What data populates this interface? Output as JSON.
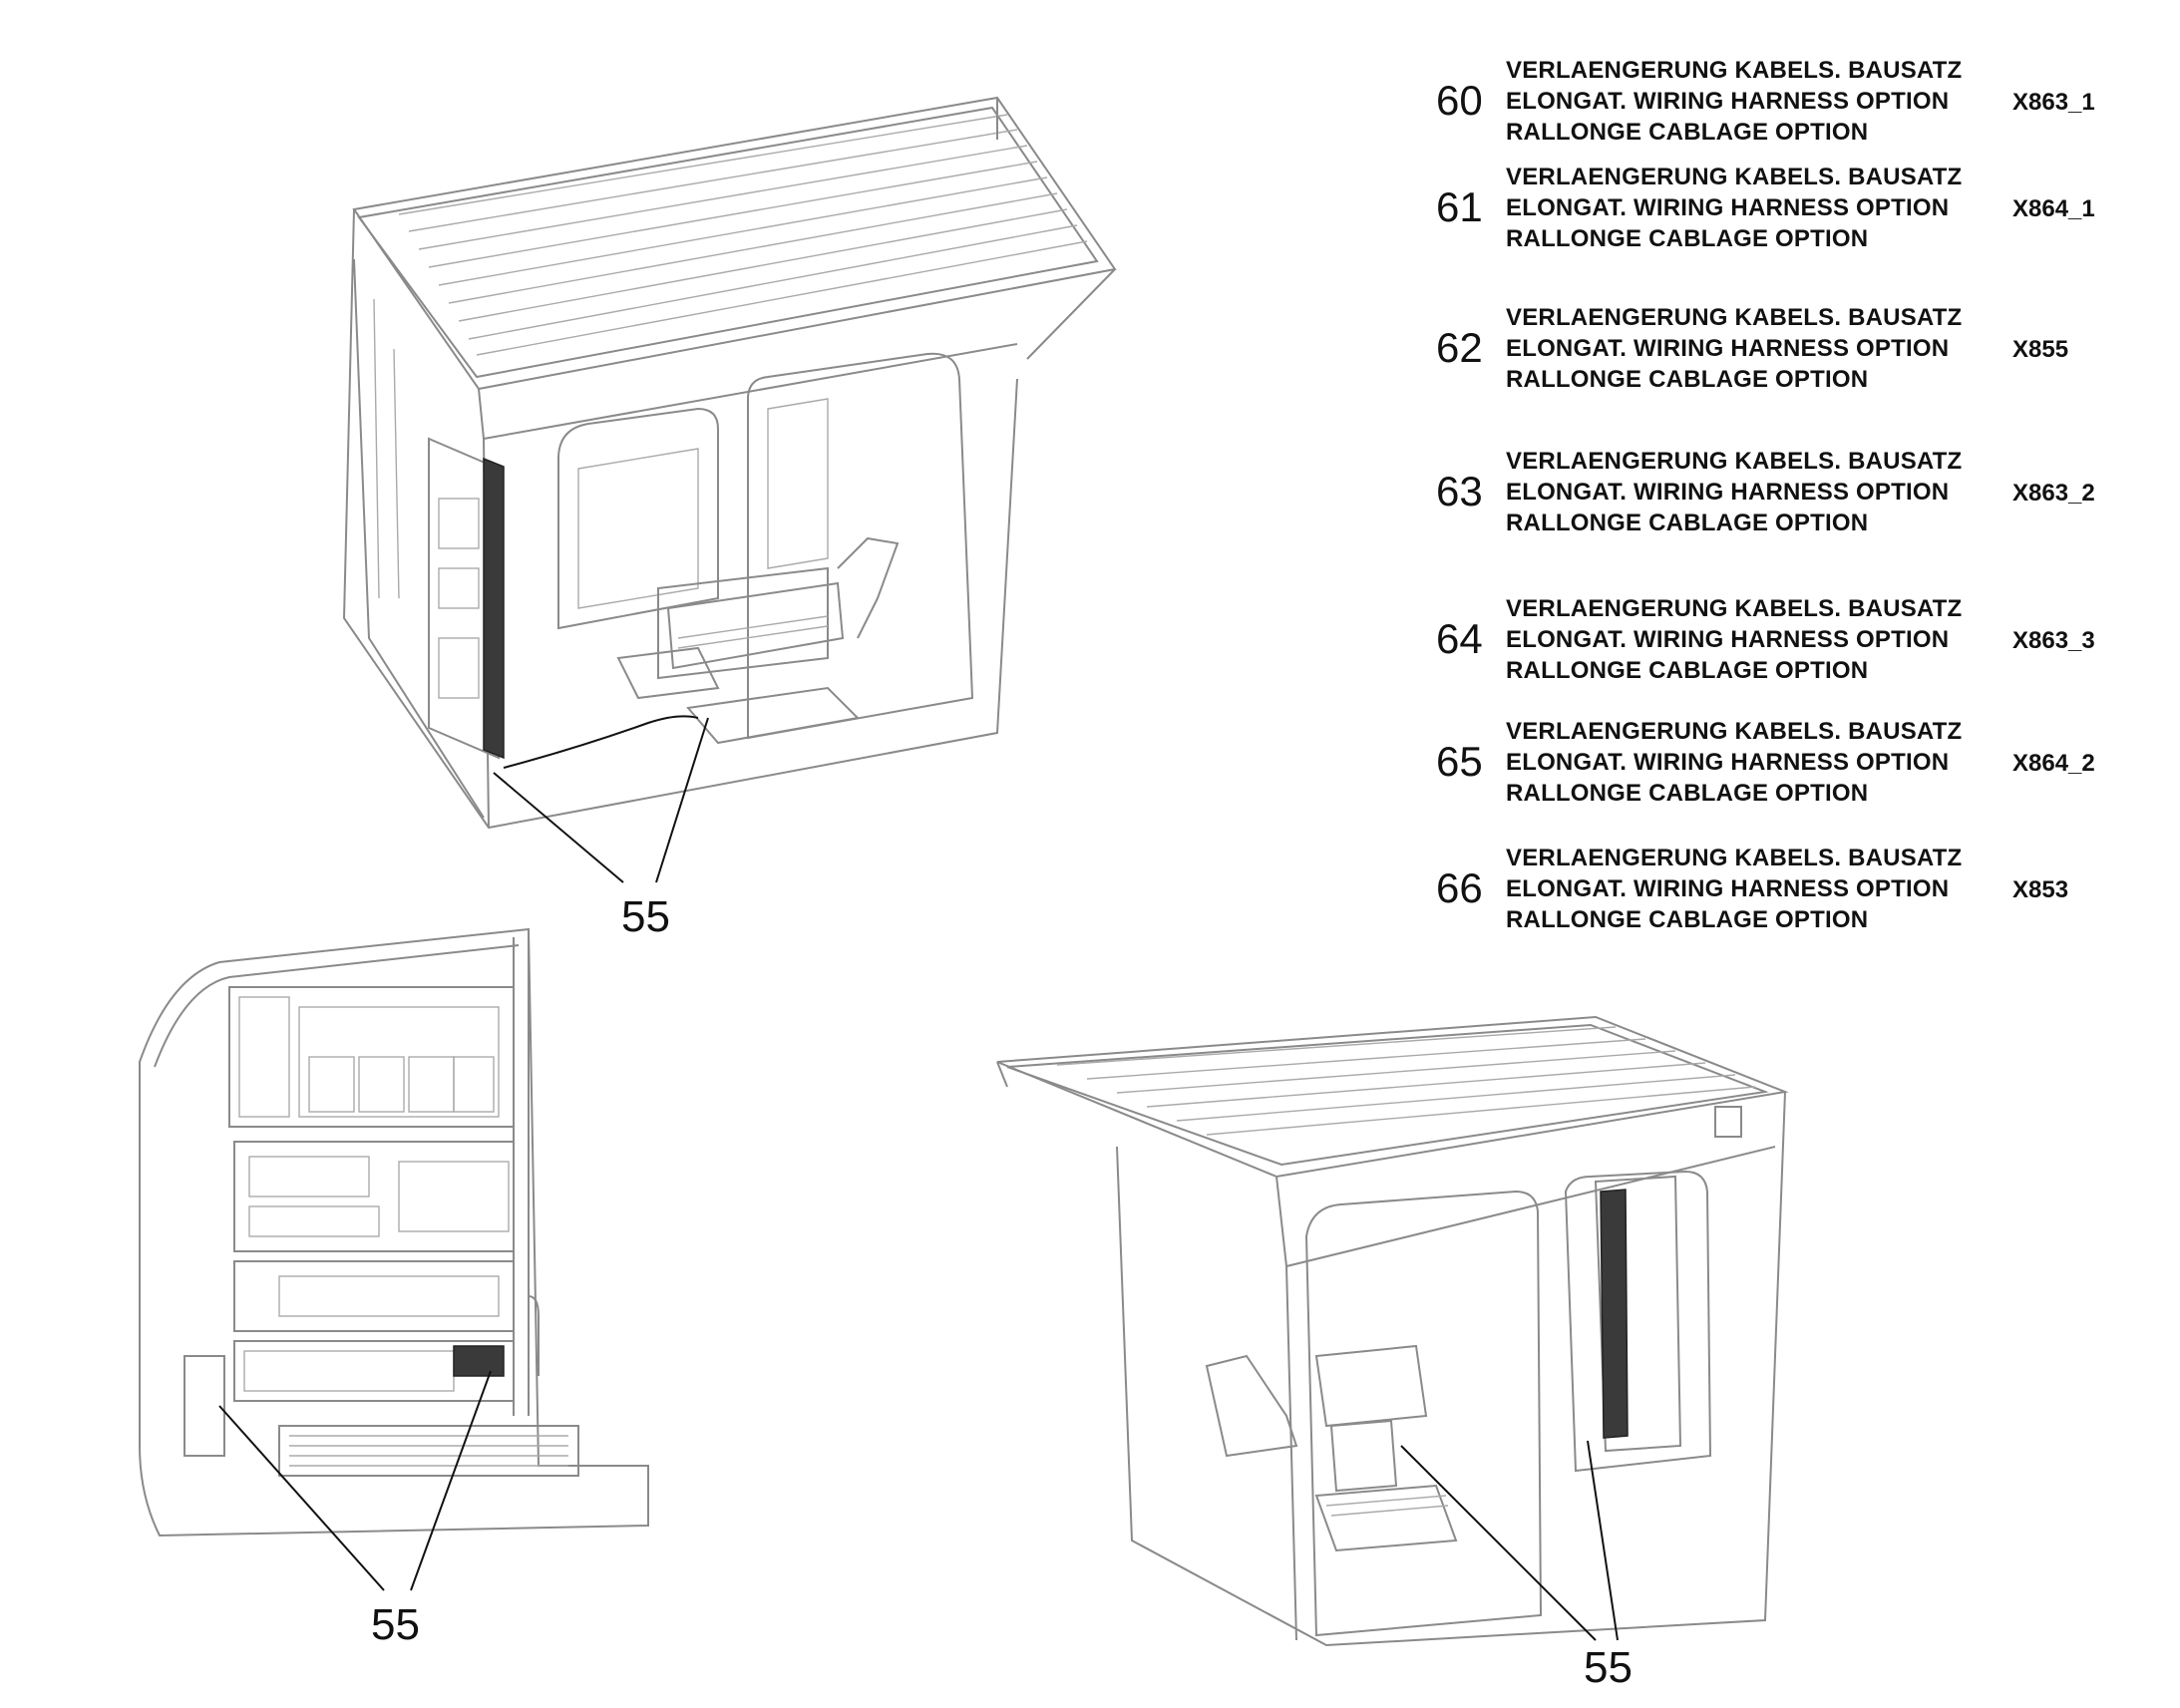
{
  "parts": [
    {
      "number": "60",
      "line1": "VERLAENGERUNG KABELS. BAUSATZ",
      "line2": "ELONGAT. WIRING HARNESS OPTION",
      "line3": "RALLONGE CABLAGE OPTION",
      "code": "X863_1"
    },
    {
      "number": "61",
      "line1": "VERLAENGERUNG KABELS. BAUSATZ",
      "line2": "ELONGAT. WIRING HARNESS OPTION",
      "line3": "RALLONGE CABLAGE OPTION",
      "code": "X864_1"
    },
    {
      "number": "62",
      "line1": "VERLAENGERUNG KABELS. BAUSATZ",
      "line2": "ELONGAT. WIRING HARNESS OPTION",
      "line3": "RALLONGE CABLAGE OPTION",
      "code": "X855"
    },
    {
      "number": "63",
      "line1": "VERLAENGERUNG KABELS. BAUSATZ",
      "line2": "ELONGAT. WIRING HARNESS OPTION",
      "line3": "RALLONGE CABLAGE OPTION",
      "code": "X863_2"
    },
    {
      "number": "64",
      "line1": "VERLAENGERUNG KABELS. BAUSATZ",
      "line2": "ELONGAT. WIRING HARNESS OPTION",
      "line3": "RALLONGE CABLAGE OPTION",
      "code": "X863_3"
    },
    {
      "number": "65",
      "line1": "VERLAENGERUNG KABELS. BAUSATZ",
      "line2": "ELONGAT. WIRING HARNESS OPTION",
      "line3": "RALLONGE CABLAGE OPTION",
      "code": "X864_2"
    },
    {
      "number": "66",
      "line1": "VERLAENGERUNG KABELS. BAUSATZ",
      "line2": "ELONGAT. WIRING HARNESS OPTION",
      "line3": "RALLONGE CABLAGE OPTION",
      "code": "X853"
    }
  ],
  "callouts": {
    "top_view": "55",
    "cabinet_view": "55",
    "rear_view": "55"
  }
}
